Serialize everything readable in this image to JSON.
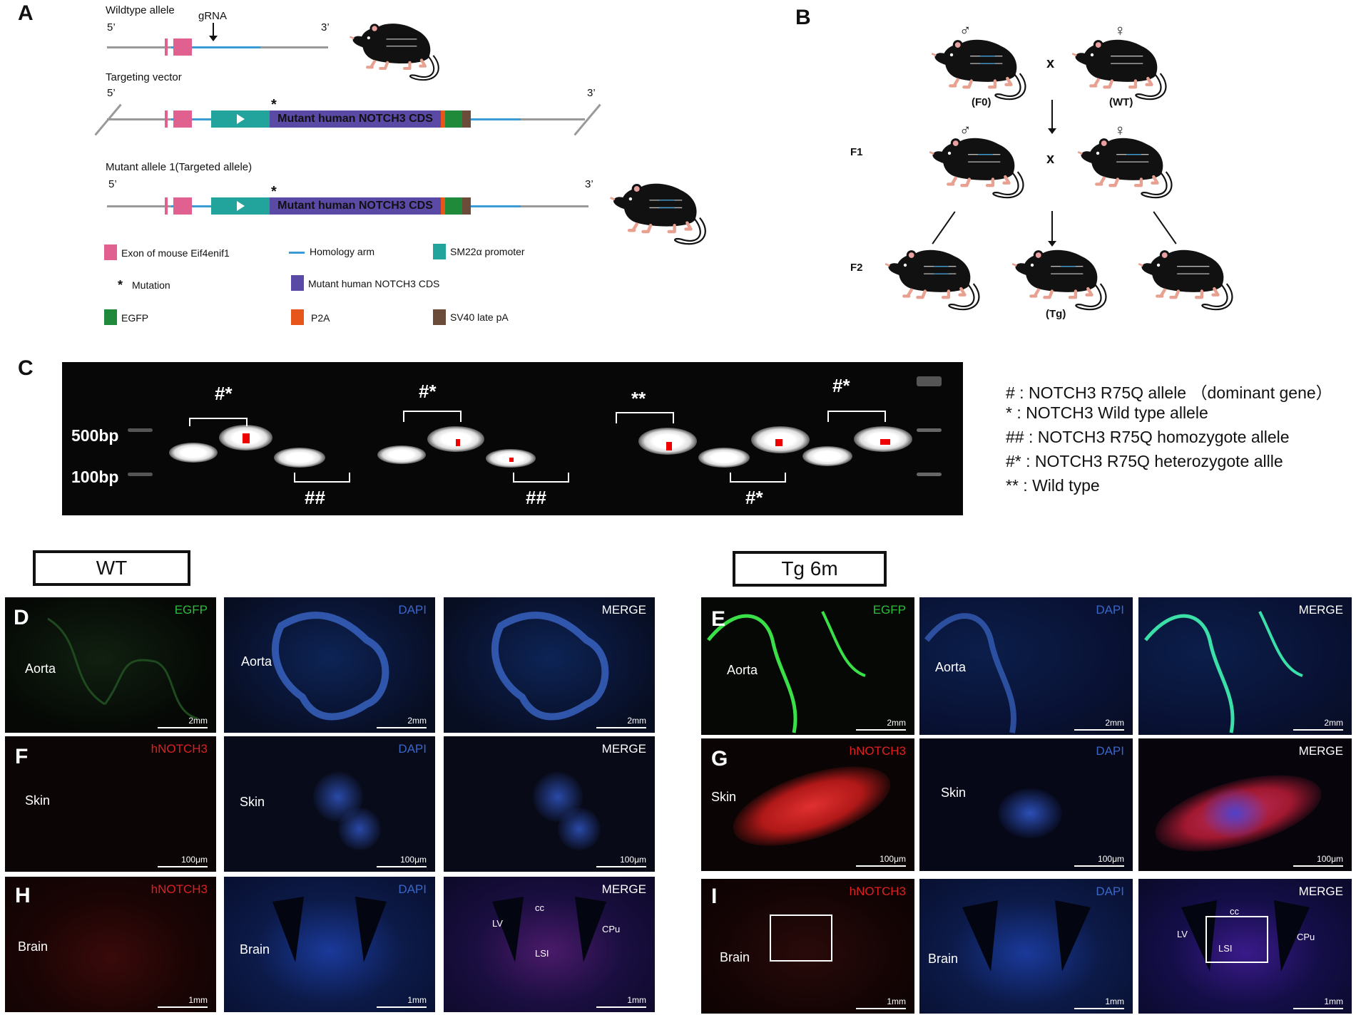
{
  "panels": {
    "A": "A",
    "B": "B",
    "C": "C",
    "D": "D",
    "E": "E",
    "F": "F",
    "G": "G",
    "H": "H",
    "I": "I"
  },
  "panelA": {
    "wildtype_label": "Wildtype allele",
    "grna": "gRNA",
    "five": "5’",
    "three": "3’",
    "targeting_label": "Targeting vector",
    "mutant_label": "Mutant allele 1(Targeted allele)",
    "cds_text": "Mutant human NOTCH3 CDS",
    "star": "*",
    "legend": [
      {
        "color": "#e0608f",
        "label": "Exon of mouse Eif4enif1"
      },
      {
        "color": "#3a9bd5",
        "label": "Homology arm"
      },
      {
        "color": "#22a39b",
        "label": "SM22α promoter"
      },
      {
        "symbol": "*",
        "label": "Mutation"
      },
      {
        "color": "#5a4aa6",
        "label": "Mutant human NOTCH3 CDS"
      },
      {
        "color": "#1f8a3a",
        "label": "EGFP"
      },
      {
        "color": "#e6561b",
        "label": "P2A"
      },
      {
        "color": "#6b4c3b",
        "label": "SV40 late pA"
      }
    ]
  },
  "panelB": {
    "male": "♂",
    "female": "♀",
    "cross": "x",
    "f0": "(F0)",
    "wt": "(WT)",
    "f1": "F1",
    "f2": "F2",
    "tg": "(Tg)"
  },
  "panelC": {
    "bp500": "500bp",
    "bp100": "100bp",
    "top_labels": [
      "#*",
      "#*",
      "**",
      "#*"
    ],
    "bottom_labels": [
      "##",
      "##",
      "#*"
    ],
    "key": [
      "#     : NOTCH3 R75Q allele （dominant gene）",
      "*      : NOTCH3 Wild type allele",
      "## : NOTCH3 R75Q homozygote allele",
      "#* : NOTCH3 R75Q heterozygote allle",
      " ** : Wild type"
    ]
  },
  "conditions": {
    "wt": "WT",
    "tg": "Tg 6m"
  },
  "tissues": {
    "aorta": "Aorta",
    "skin": "Skin",
    "brain": "Brain",
    "egfp": "EGFP",
    "dapi": "DAPI",
    "merge": "MERGE",
    "hnotch3": "hNOTCH3"
  },
  "scales": {
    "aorta": "2mm",
    "skin": "100μm",
    "brain": "1mm"
  },
  "brain_regions": {
    "lv": "LV",
    "cc": "cc",
    "cpu": "CPu",
    "lsi": "LSI"
  },
  "colors": {
    "exon": "#e0608f",
    "homology": "#3a9bd5",
    "promoter": "#22a39b",
    "cds": "#5a4aa6",
    "egfp": "#1f8a3a",
    "p2a": "#e6561b",
    "sv40": "#6b4c3b"
  }
}
